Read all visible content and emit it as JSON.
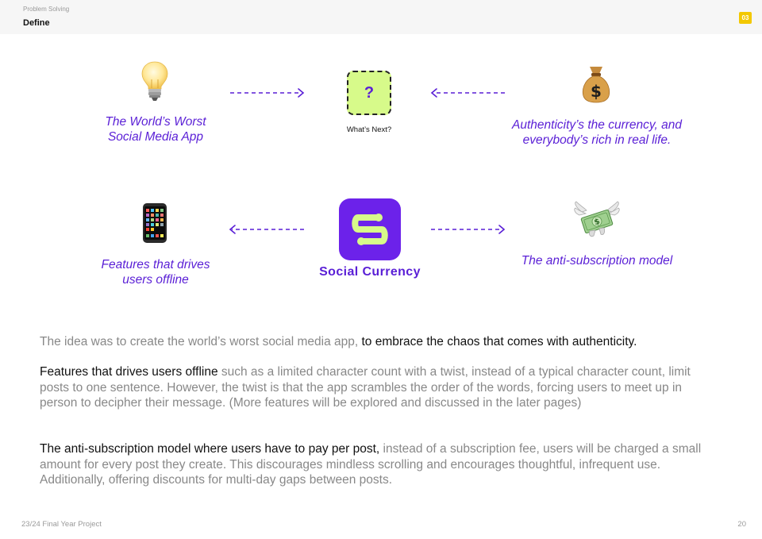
{
  "header": {
    "section": "Problem Solving",
    "title": "Define",
    "page_badge": "03"
  },
  "diagram": {
    "top_left_caption": "The World’s Worst Social Media App",
    "top_right_caption": "Authenticity’s the currency, and everybody’s rich in real life.",
    "center_top_symbol": "?",
    "center_top_caption": "What’s Next?",
    "bottom_left_caption": "Features that drives users offline",
    "bottom_right_caption": "The anti-subscription model",
    "brand_name": "Social Currency",
    "icons": [
      "lightbulb-icon",
      "money-bag-icon",
      "smartphone-icon",
      "money-with-wings-icon",
      "social-currency-logo"
    ],
    "accent_color": "#5a1fd6",
    "app_color": "#6c22ea",
    "lime_color": "#d7fa8a"
  },
  "paragraphs": [
    {
      "lead": "",
      "muted": "The idea was to create the world’s worst social media app, ",
      "emph": "to embrace the chaos that comes with authenticity."
    },
    {
      "lead": "Features that drives users offline",
      "muted": " such as a limited character count with a twist, instead of a typical character count, limit posts to one sentence. However, the twist is that the app scrambles the order of the words, forcing users to meet up in person to decipher their message. (More features will be explored and discussed in the later pages)"
    },
    {
      "lead": "The anti-subscription model where users have to pay per post,",
      "muted": " instead of a subscription fee, users will be charged a small amount for every post they create. This discourages mindless scrolling and encourages thoughtful, infrequent use. Additionally, offering discounts for multi-day gaps between posts."
    }
  ],
  "footer": {
    "project": "23/24 Final Year Project",
    "page_number": "20"
  }
}
